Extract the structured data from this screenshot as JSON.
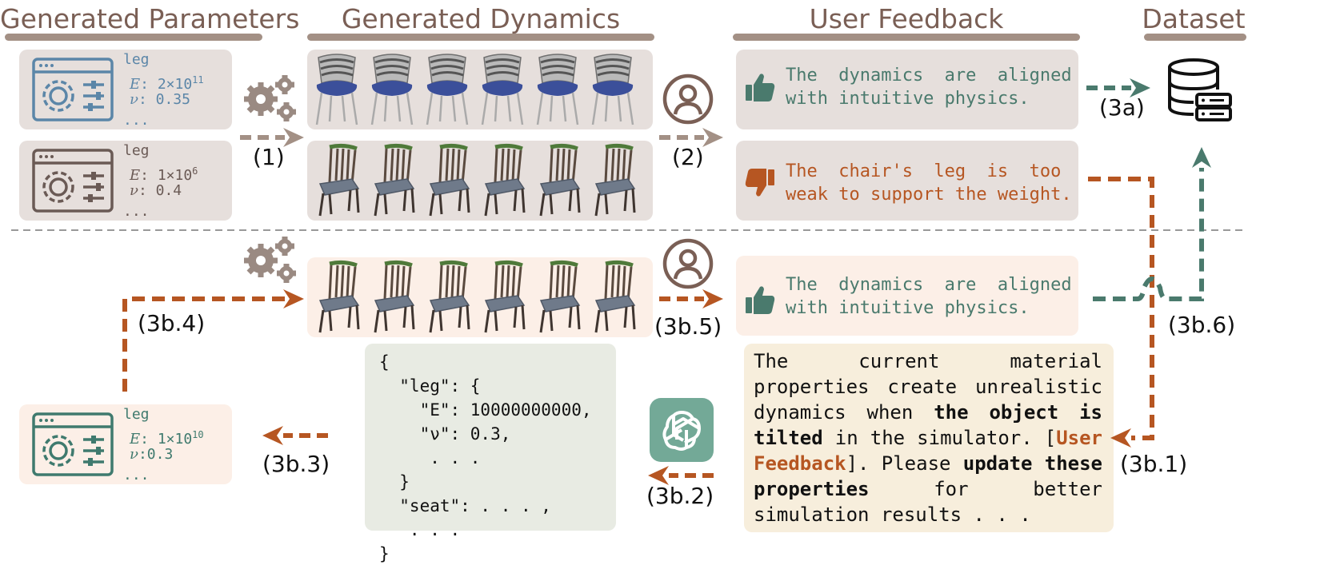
{
  "headers": {
    "params": "Generated Parameters",
    "dynamics": "Generated Dynamics",
    "feedback": "User Feedback",
    "dataset": "Dataset"
  },
  "params": [
    {
      "part": "leg",
      "e_label": "E",
      "e_value": ": 2×10",
      "e_exp": "11",
      "nu_label": "ν",
      "nu_value": ": 0.35",
      "more": "...",
      "color": "#5b86a8"
    },
    {
      "part": "leg",
      "e_label": "E",
      "e_value": ": 1×10",
      "e_exp": "6",
      "nu_label": "ν",
      "nu_value": ": 0.4",
      "more": "...",
      "color": "#6a5a55"
    },
    {
      "part": "leg",
      "e_label": "E",
      "e_value": ": 1×10",
      "e_exp": "10",
      "nu_label": "ν",
      "nu_value": ":0.3",
      "more": "...",
      "color": "#3f7a6e"
    }
  ],
  "feedback": [
    {
      "line1": "The  dynamics  are  aligned",
      "line2": "with intuitive physics.",
      "sentiment": "positive",
      "color": "#4a7a6d"
    },
    {
      "line1": "The  chair's  leg  is  too",
      "line2": "weak to support the weight.",
      "sentiment": "negative",
      "color": "#b65622"
    },
    {
      "line1": "The  dynamics  are  aligned",
      "line2": "with intuitive physics.",
      "sentiment": "positive",
      "color": "#4a7a6d"
    }
  ],
  "steps": {
    "s1": "(1)",
    "s2": "(2)",
    "s3a": "(3a)",
    "s3b1": "(3b.1)",
    "s3b2": "(3b.2)",
    "s3b3": "(3b.3)",
    "s3b4": "(3b.4)",
    "s3b5": "(3b.5)",
    "s3b6": "(3b.6)"
  },
  "json_code": "{\n  \"leg\": {\n    \"E\": 10000000000,\n    \"ν\": 0.3,\n     . . .\n  }\n  \"seat\": . . . ,\n   . . .\n}",
  "prompt": {
    "p1": "The current material properties create unrealistic dynamics when ",
    "b1": "the object is tilted",
    "p2": " in the simulator. [",
    "hl": "User Feedback",
    "p3": "]. Please ",
    "b2": "update these properties",
    "p4": " for better simulation results . . ."
  },
  "colors": {
    "brown": "#a39085",
    "orange": "#b65622",
    "teal": "#4a7a6d",
    "blue_chair": "#3b4f9a",
    "green_chair": "#4f7a3a"
  },
  "icons": {
    "settings": "settings-window-icon",
    "gears": "gears-icon",
    "user": "user-icon",
    "thumbs_up": "thumbs-up-icon",
    "thumbs_down": "thumbs-down-icon",
    "database": "database-icon",
    "llm": "llm-logo-icon",
    "chair": "chair-icon"
  }
}
